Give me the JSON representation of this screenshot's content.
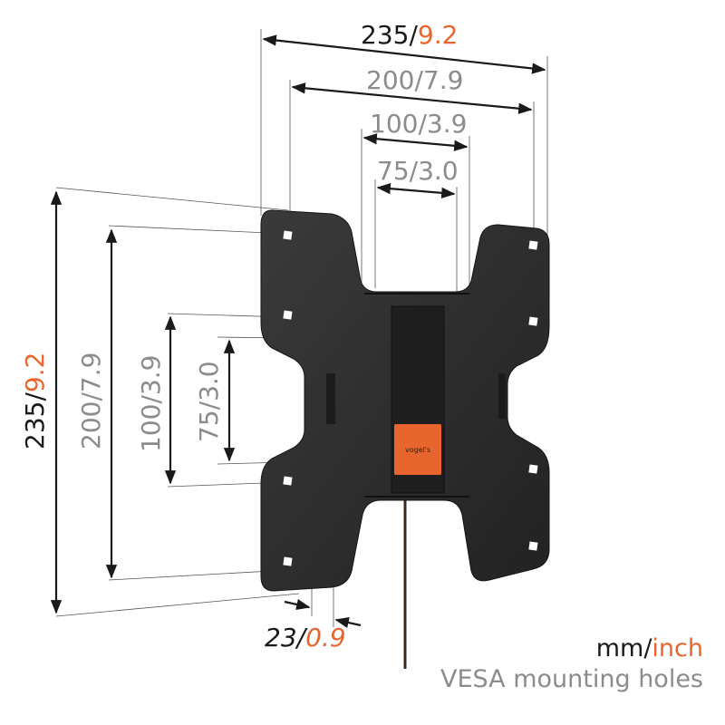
{
  "dimensions": {
    "overall_width": {
      "mm": "235",
      "sep": "/",
      "inch": "9.2"
    },
    "vesa_width_max": {
      "mm": "200",
      "sep": "/",
      "inch": "7.9"
    },
    "vesa_width_mid": {
      "mm": "100",
      "sep": "/",
      "inch": "3.9"
    },
    "vesa_width_min": {
      "mm": "75",
      "sep": "/",
      "inch": "3.0"
    },
    "overall_height": {
      "mm": "235",
      "sep": "/",
      "inch": "9.2"
    },
    "vesa_height_max": {
      "mm": "200",
      "sep": "/",
      "inch": "7.9"
    },
    "vesa_height_mid": {
      "mm": "100",
      "sep": "/",
      "inch": "3.9"
    },
    "vesa_height_min": {
      "mm": "75",
      "sep": "/",
      "inch": "3.0"
    },
    "wall_distance": {
      "mm": "23",
      "sep": "/",
      "inch": "0.9"
    }
  },
  "legend": {
    "units_mm": "mm",
    "units_sep": "/",
    "units_inch": "inch",
    "caption": "VESA mounting holes"
  },
  "product": {
    "logo_text": "vogel's"
  },
  "colors": {
    "plate": "#2b2b2b",
    "tab": "#e8662d",
    "accent_inch": "#e8662d",
    "dimension_grey": "#8c8c8c"
  }
}
